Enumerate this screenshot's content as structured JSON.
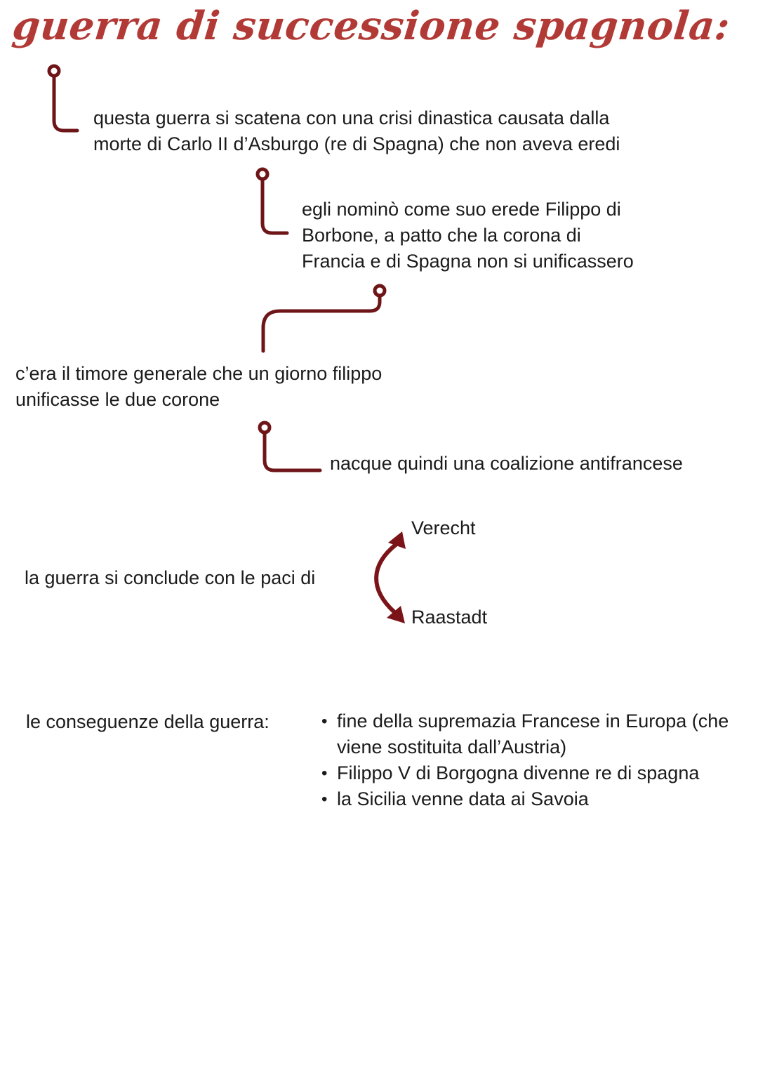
{
  "page": {
    "background": "#ffffff",
    "title_color": "#b23a36",
    "connector_color": "#6e1518",
    "arrow_color": "#7a1418",
    "text_color": "#1b1b1b"
  },
  "title": "guerra di successione spagnola:",
  "blocks": {
    "cause": "questa guerra si scatena con una crisi dinastica causata dalla\nmorte di Carlo II d’Asburgo (re di Spagna) che non aveva eredi",
    "heir": "egli nominò come suo erede Filippo di\nBorbone, a patto che la corona di\nFrancia e di Spagna non si unificassero",
    "fear": "c’era il timore generale che un giorno filippo\nunificasse le due corone",
    "coalition": "nacque quindi una coalizione antifrancese",
    "peace_intro": "la guerra si conclude con le paci di",
    "peace_top": "Verecht",
    "peace_bottom": "Raastadt",
    "consequences_label": "le conseguenze della guerra:"
  },
  "consequences": [
    "fine della supremazia Francese in\nEuropa (che viene sostituita dall’Austria)",
    "Filippo V di Borgogna divenne re di\nspagna",
    "la Sicilia venne data ai Savoia"
  ],
  "icons": {
    "connector_1": "elbow-connector-icon",
    "connector_2": "elbow-connector-icon",
    "connector_3": "elbow-connector-icon",
    "connector_4": "elbow-connector-icon",
    "branch_arrow": "double-branch-arrow-icon"
  }
}
